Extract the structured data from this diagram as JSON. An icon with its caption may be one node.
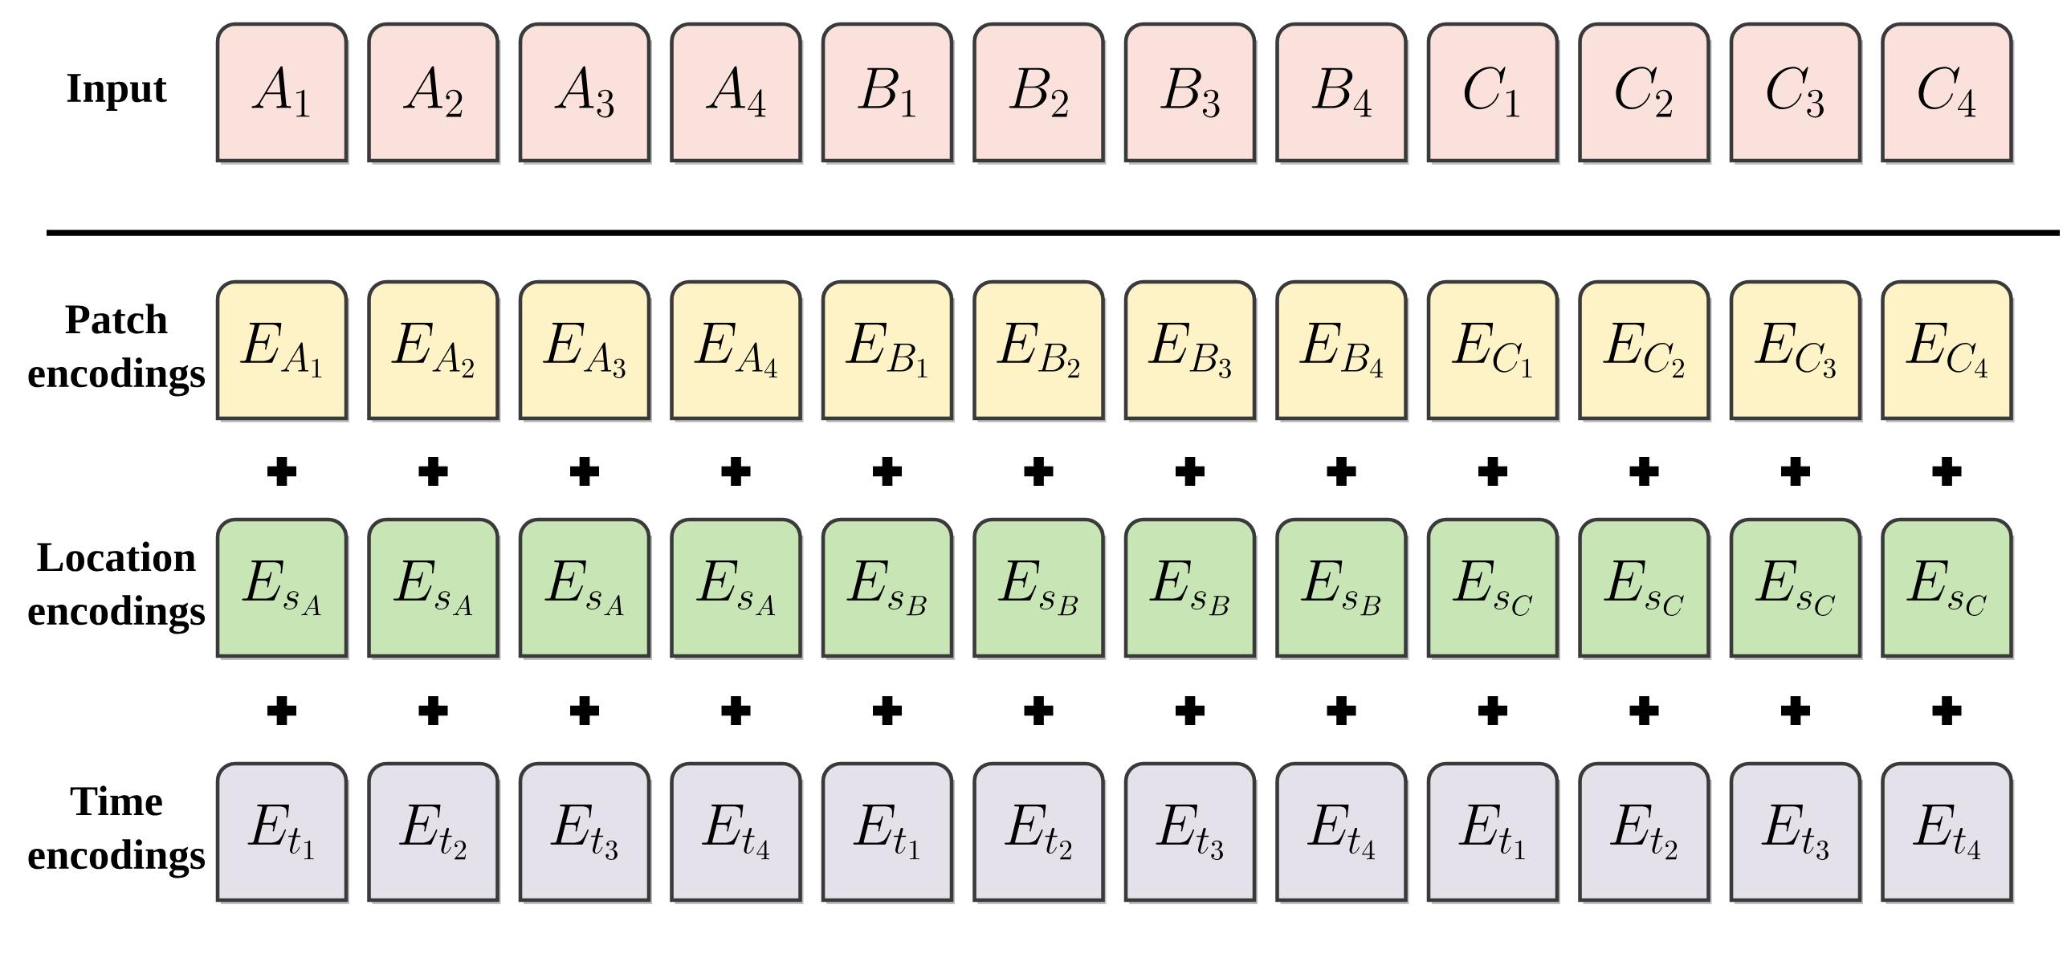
{
  "diagram": {
    "nodes": [
      {
        "text": [
          "A_1"
        ]
      },
      {
        "text": [
          "A_2"
        ]
      },
      {
        "text": [
          "A_3"
        ]
      },
      {
        "text": [
          "A_4"
        ]
      },
      {
        "text": [
          "B_1"
        ]
      },
      {
        "text": [
          "B_2"
        ]
      },
      {
        "text": [
          "B_3"
        ]
      },
      {
        "text": [
          "B_4"
        ]
      },
      {
        "text": [
          "C_1"
        ]
      },
      {
        "text": [
          "C_2"
        ]
      },
      {
        "text": [
          "C_3"
        ]
      },
      {
        "text": [
          "C_4"
        ]
      },
      {
        "text": [
          "E_{A_1}"
        ]
      },
      {
        "text": [
          "E_{A_2}"
        ]
      },
      {
        "text": [
          "E_{A_3}"
        ]
      },
      {
        "text": [
          "E_{A_4}"
        ]
      },
      {
        "text": [
          "E_{B_1}"
        ]
      },
      {
        "text": [
          "E_{B_2}"
        ]
      },
      {
        "text": [
          "E_{B_3}"
        ]
      },
      {
        "text": [
          "E_{B_4}"
        ]
      },
      {
        "text": [
          "E_{C_1}"
        ]
      },
      {
        "text": [
          "E_{C_2}"
        ]
      },
      {
        "text": [
          "E_{C_3}"
        ]
      },
      {
        "text": [
          "E_{C_4}"
        ]
      },
      {
        "text": [
          "E_{s_A}"
        ]
      },
      {
        "text": [
          "E_{s_A}"
        ]
      },
      {
        "text": [
          "E_{s_A}"
        ]
      },
      {
        "text": [
          "E_{s_A}"
        ]
      },
      {
        "text": [
          "E_{s_B}"
        ]
      },
      {
        "text": [
          "E_{s_B}"
        ]
      },
      {
        "text": [
          "E_{s_B}"
        ]
      },
      {
        "text": [
          "E_{s_B}"
        ]
      },
      {
        "text": [
          "E_{s_C}"
        ]
      },
      {
        "text": [
          "E_{s_C}"
        ]
      },
      {
        "text": [
          "E_{s_C}"
        ]
      },
      {
        "text": [
          "E_{s_C}"
        ]
      },
      {
        "text": [
          "E_{t_1}"
        ]
      },
      {
        "text": [
          "E_{t_2}"
        ]
      },
      {
        "text": [
          "E_{t_3}"
        ]
      },
      {
        "text": [
          "E_{t_4}"
        ]
      },
      {
        "text": [
          "E_{t_1}"
        ]
      },
      {
        "text": [
          "E_{t_2}"
        ]
      },
      {
        "text": [
          "E_{t_3}"
        ]
      },
      {
        "text": [
          "E_{t_4}"
        ]
      },
      {
        "text": [
          "E_{t_1}"
        ]
      },
      {
        "text": [
          "E_{t_2}"
        ]
      },
      {
        "text": [
          "E_{t_3}"
        ]
      },
      {
        "text": [
          "E_{t_4}"
        ]
      }
    ],
    "labels": [
      "Input",
      "Patch encodings",
      "Location encodings",
      "Time encodings"
    ]
  }
}
